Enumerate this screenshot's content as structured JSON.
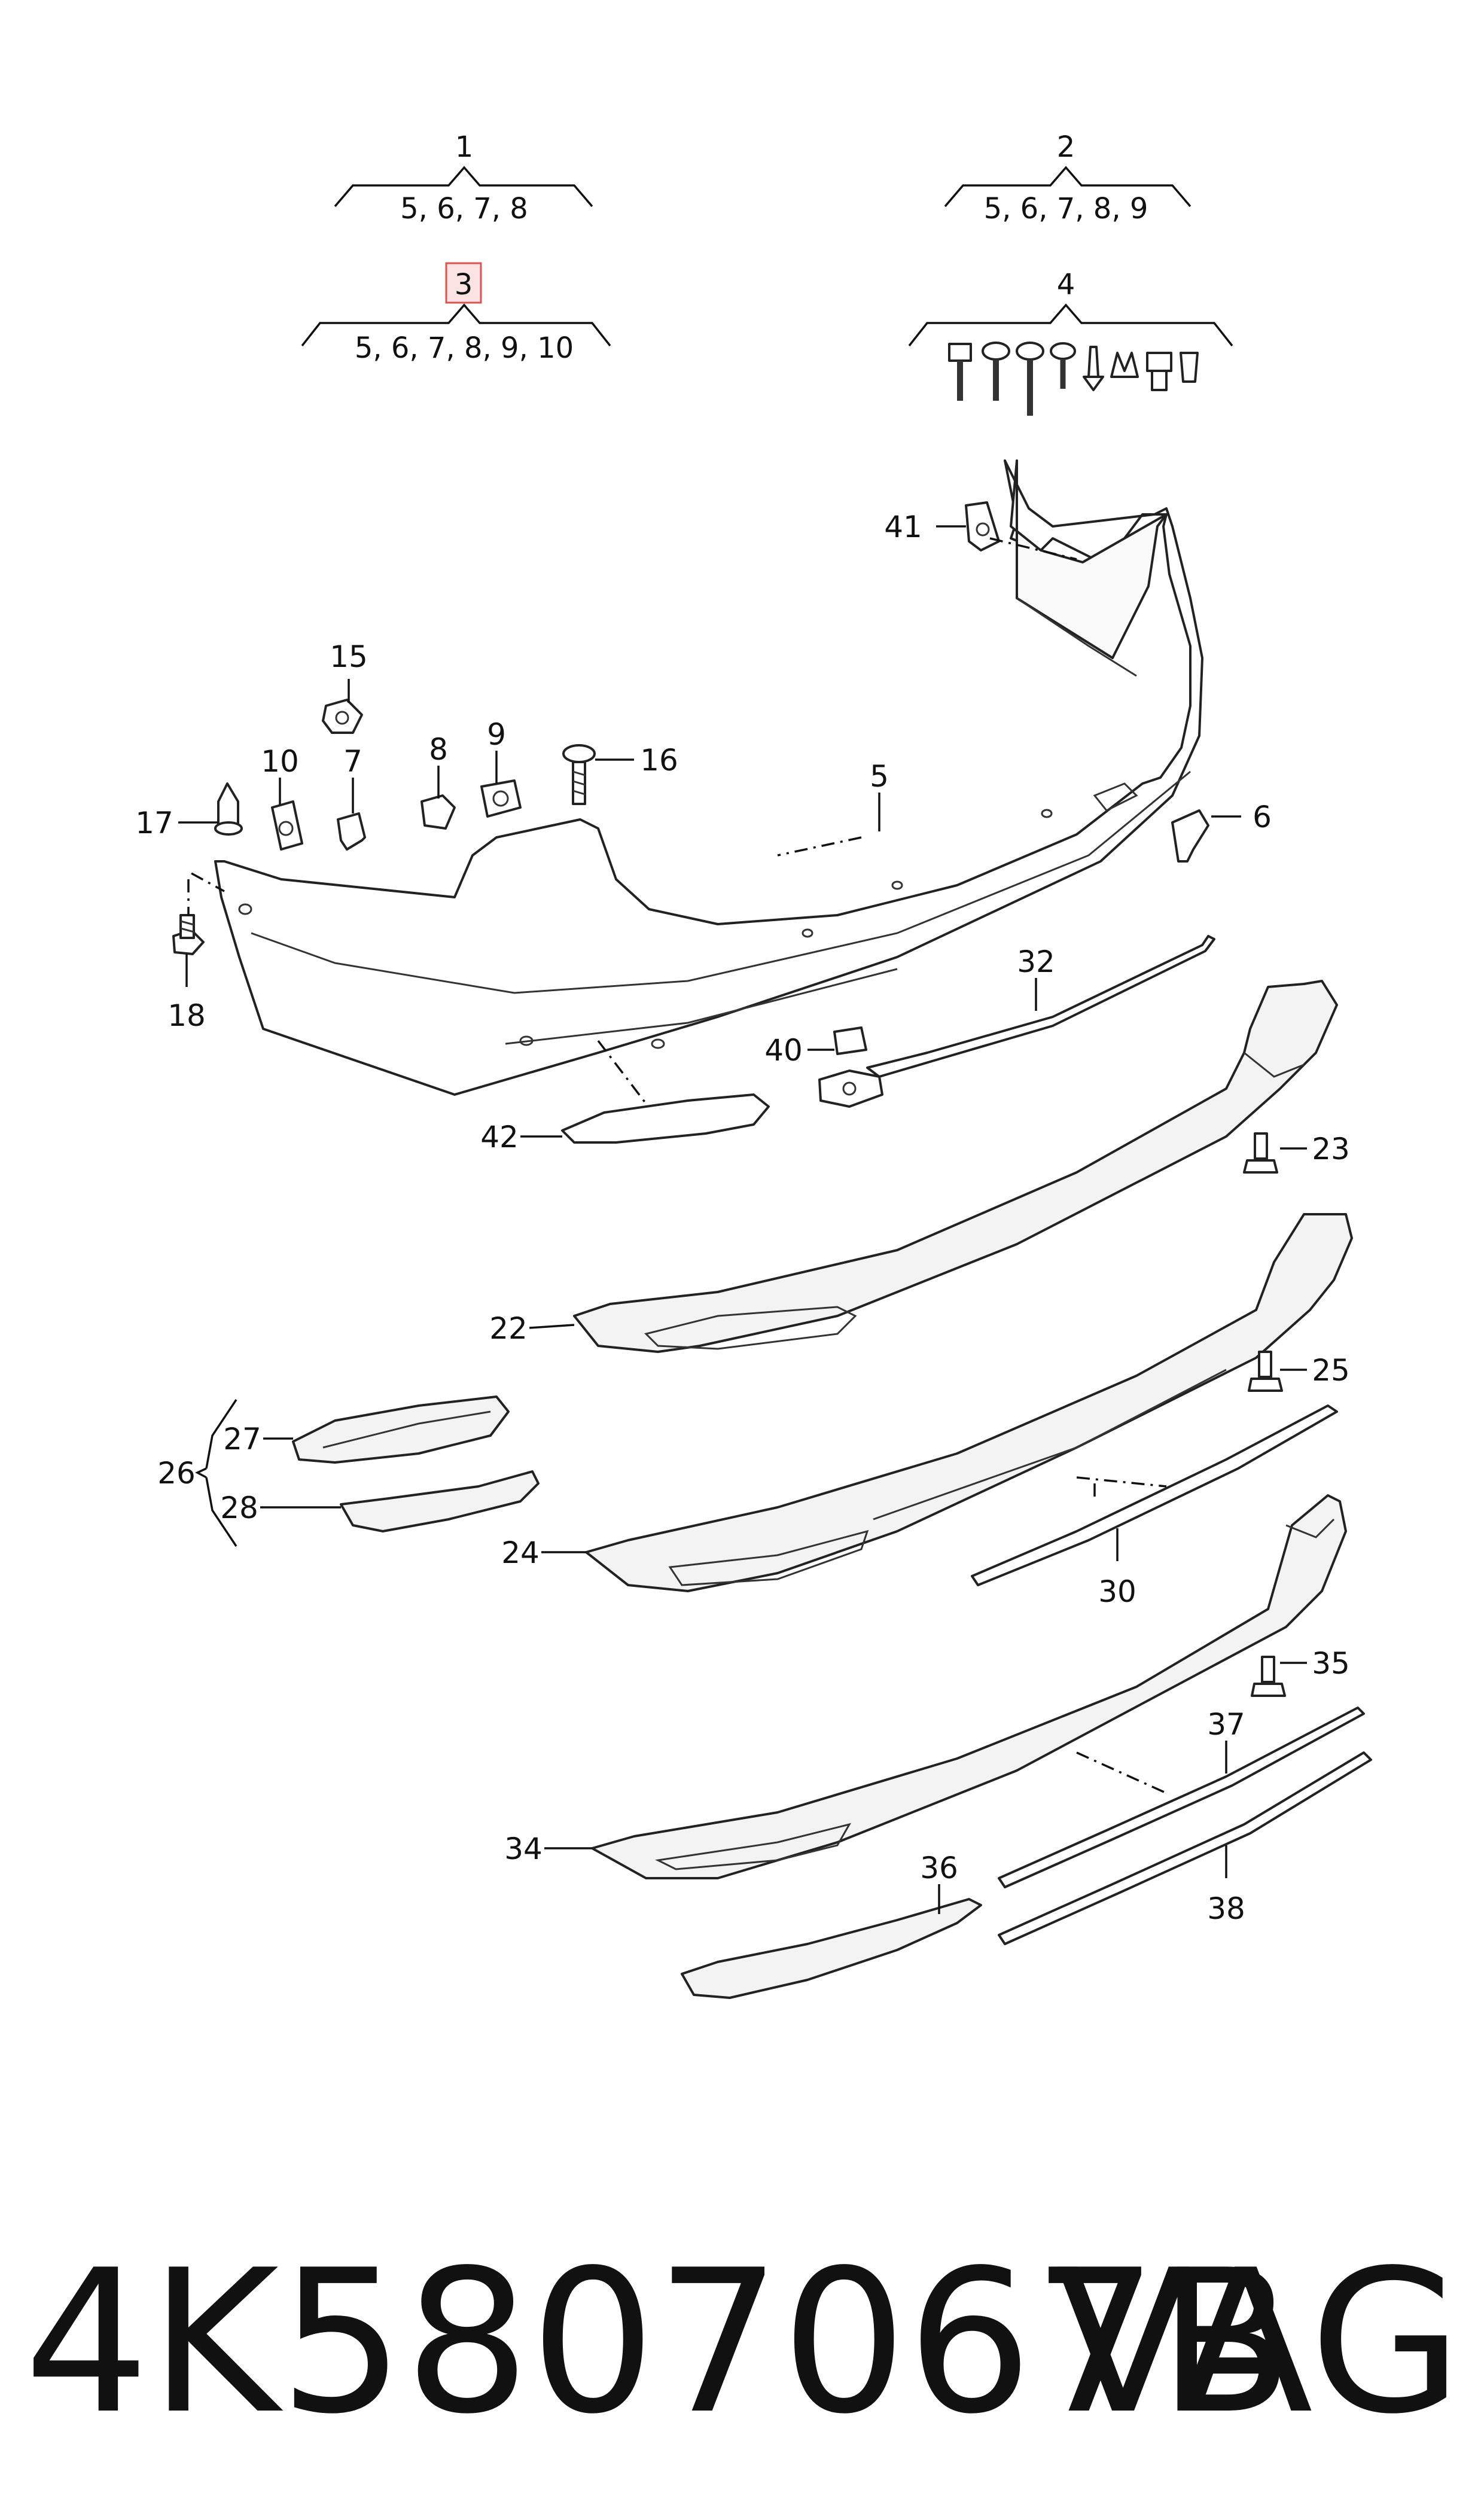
{
  "groups": [
    {
      "id": "1",
      "contents": "5, 6, 7, 8",
      "highlighted": false
    },
    {
      "id": "2",
      "contents": "5, 6, 7, 8, 9",
      "highlighted": false
    },
    {
      "id": "3",
      "contents": "5, 6, 7, 8, 9, 10",
      "highlighted": true
    },
    {
      "id": "4",
      "contents": "",
      "highlighted": false
    }
  ],
  "callouts": {
    "c5": "5",
    "c6": "6",
    "c7": "7",
    "c8": "8",
    "c9": "9",
    "c10": "10",
    "c15": "15",
    "c16": "16",
    "c17": "17",
    "c18": "18",
    "c22": "22",
    "c23": "23",
    "c24": "24",
    "c25": "25",
    "c26": "26",
    "c27": "27",
    "c28": "28",
    "c30": "30",
    "c32": "32",
    "c34": "34",
    "c35": "35",
    "c36": "36",
    "c37": "37",
    "c38": "38",
    "c40": "40",
    "c41": "41",
    "c42": "42"
  },
  "footer": {
    "part_number": "4K5807067B",
    "brand": "VAG"
  },
  "colors": {
    "highlight_border": "#d9534f",
    "highlight_fill": "#fbe3e3",
    "line": "#111111"
  }
}
